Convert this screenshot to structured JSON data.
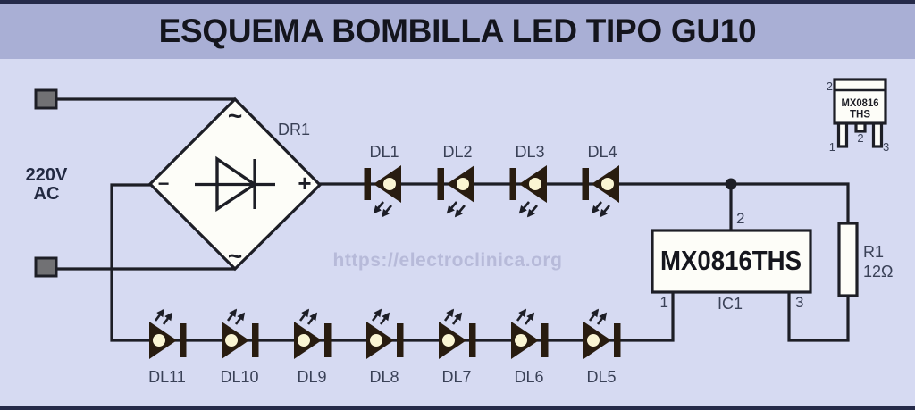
{
  "title": "ESQUEMA BOMBILLA LED TIPO GU10",
  "source": {
    "line1": "220V",
    "line2": "AC"
  },
  "bridge": {
    "ref": "DR1",
    "ac_top": "~",
    "ac_bottom": "~",
    "minus": "−",
    "plus": "+"
  },
  "leds": {
    "top": [
      "DL1",
      "DL2",
      "DL3",
      "DL4"
    ],
    "bottom": [
      "DL11",
      "DL10",
      "DL9",
      "DL8",
      "DL7",
      "DL6",
      "DL5"
    ]
  },
  "ic": {
    "part": "MX0816THS",
    "ref": "IC1",
    "pin1": "1",
    "pin2": "2",
    "pin3": "3"
  },
  "resistor": {
    "ref": "R1",
    "value": "12Ω"
  },
  "package": {
    "line1": "MX0816",
    "line2": "THS",
    "tab_pin": "2",
    "pin1": "1",
    "pin2": "2",
    "pin3": "3"
  },
  "watermark": "https://electroclinica.org",
  "colors": {
    "header_band": "#a9afd5",
    "background": "#d6daf2",
    "edge_bar": "#252a49",
    "ink": "#1d1e26",
    "led_body": "#281c10",
    "led_dot": "#faf5d3",
    "label": "#3a4157",
    "component_fill": "#fdfdf8",
    "watermark": "#b7bad9",
    "terminal_fill": "#717174"
  }
}
